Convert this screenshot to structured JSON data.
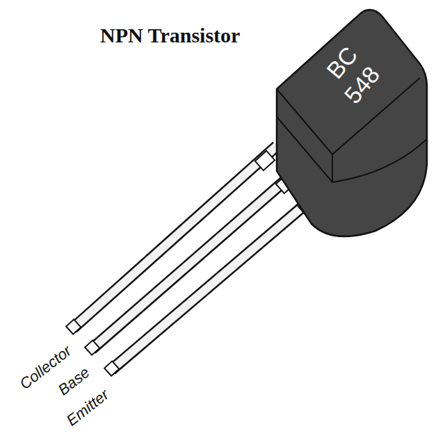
{
  "diagram": {
    "title": "NPN Transistor",
    "labels": [
      "BC",
      "548",
      "Collector",
      "Base",
      "Emitter"
    ]
  }
}
